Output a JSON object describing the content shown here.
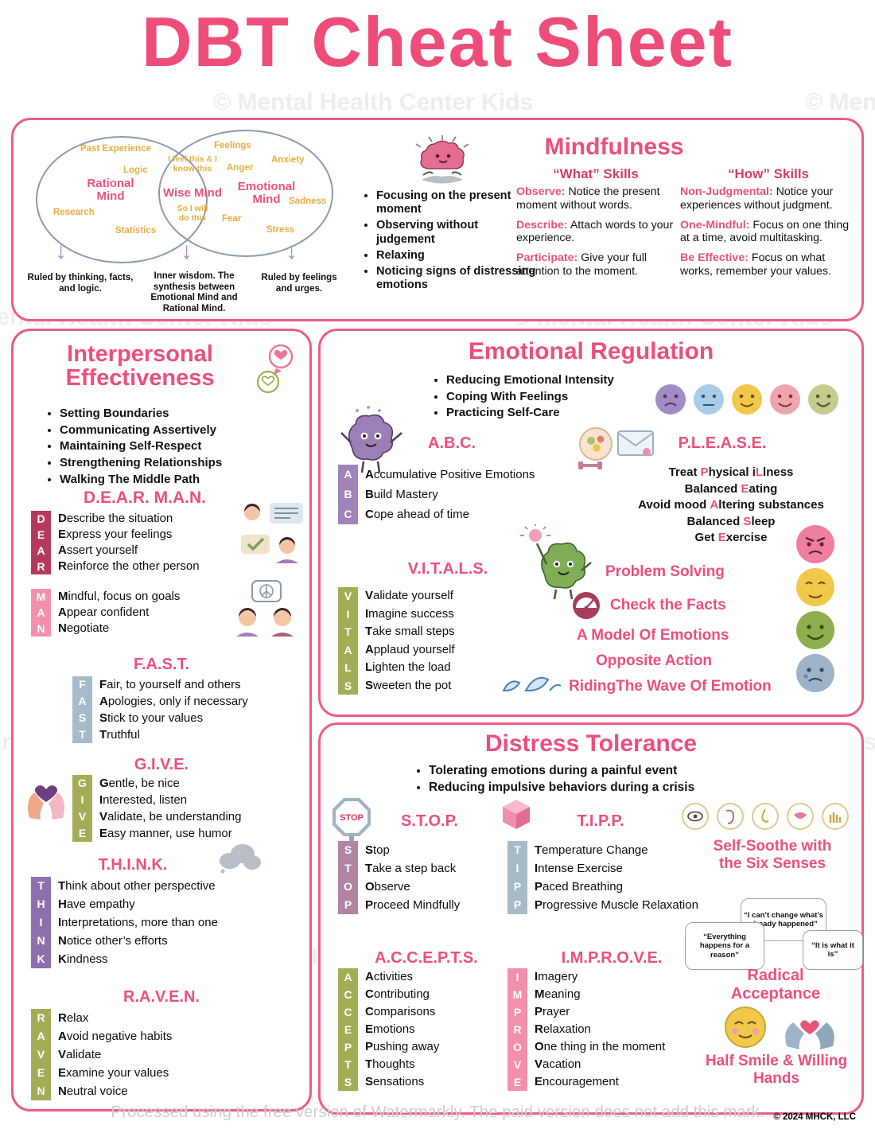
{
  "title": "DBT Cheat Sheet",
  "colors": {
    "accent_pink": "#ed4f7b",
    "border_pink": "#ee5c84",
    "bar_maroon": "#b5395f",
    "bar_pink": "#f490ae",
    "bar_slate": "#a7bac8",
    "bar_olive": "#a4ad56",
    "bar_purple": "#8e6fae",
    "bar_lavender": "#a083b8",
    "bar_mauve": "#b184a4",
    "venn_word_gold": "#e9ad3f"
  },
  "icons": {
    "down_arrow": "↓",
    "heart": "♥"
  },
  "watermark": {
    "brand": "© Mental Health Center Kids",
    "processed": "Processed using the free version of Watermarkly. The paid version does not add this mark."
  },
  "footer": {
    "copyright": "© 2024 MHCK, LLC"
  },
  "wise_mind": {
    "left": {
      "words": [
        "Past Experience",
        "Logic",
        "Research",
        "Statistics"
      ],
      "label": "Rational Mind",
      "caption": "Ruled by thinking, facts, and logic."
    },
    "center": {
      "top": "I feel this & I know this",
      "label": "Wise Mind",
      "bottom": "So I will do this",
      "caption": "Inner wisdom. The synthesis between Emotional Mind and Rational Mind."
    },
    "right": {
      "words": [
        "Feelings",
        "Anger",
        "Anxiety",
        "Sadness",
        "Fear",
        "Stress"
      ],
      "label": "Emotional Mind",
      "caption": "Ruled by feelings and urges."
    }
  },
  "mindfulness": {
    "title": "Mindfulness",
    "bullets": [
      "Focusing on the present moment",
      "Observing without judgement",
      "Relaxing",
      "Noticing signs of distressing emotions"
    ],
    "what_title": "“What” Skills",
    "what_skills": [
      {
        "label": "Observe:",
        "text": "Notice the present moment without words."
      },
      {
        "label": "Describe:",
        "text": "Attach words to your experience."
      },
      {
        "label": "Participate:",
        "text": "Give your full attention to the moment."
      }
    ],
    "how_title": "“How” Skills",
    "how_skills": [
      {
        "label": "Non-Judgmental:",
        "text": "Notice your experiences without judgment."
      },
      {
        "label": "One-Mindful:",
        "text": "Focus on one thing at a time, avoid multitasking."
      },
      {
        "label": "Be Effective:",
        "text": "Focus on what works, remember your values."
      }
    ]
  },
  "interpersonal": {
    "title": "Interpersonal Effectiveness",
    "bullets": [
      "Setting Boundaries",
      "Communicating Assertively",
      "Maintaining Self-Respect",
      "Strengthening Relationships",
      "Walking The Middle Path"
    ],
    "dearman": {
      "title": "D.E.A.R. M.A.N.",
      "dear": [
        "Describe the situation",
        "Express your feelings",
        "Assert yourself",
        "Reinforce the other person"
      ],
      "man": [
        "Mindful, focus on goals",
        "Appear confident",
        "Negotiate"
      ]
    },
    "fast": {
      "title": "F.A.S.T.",
      "items": [
        "Fair, to yourself and others",
        "Apologies, only if necessary",
        "Stick to your values",
        "Truthful"
      ]
    },
    "give": {
      "title": "G.I.V.E.",
      "items": [
        "Gentle, be nice",
        "Interested, listen",
        "Validate, be understanding",
        "Easy manner, use humor"
      ]
    },
    "think": {
      "title": "T.H.I.N.K.",
      "items": [
        "Think about other perspective",
        "Have empathy",
        "Interpretations, more than one",
        "Notice other’s efforts",
        "Kindness"
      ]
    },
    "raven": {
      "title": "R.A.V.E.N.",
      "items": [
        "Relax",
        "Avoid negative habits",
        "Validate",
        "Examine your values",
        "Neutral voice"
      ]
    }
  },
  "emotional_regulation": {
    "title": "Emotional Regulation",
    "bullets": [
      "Reducing Emotional Intensity",
      "Coping With Feelings",
      "Practicing Self-Care"
    ],
    "abc": {
      "title": "A.B.C.",
      "items": [
        "Accumulative Positive Emotions",
        "Build Mastery",
        "Cope ahead of time"
      ]
    },
    "please": {
      "title": "P.L.E.A.S.E.",
      "items": [
        {
          "pre": "Treat ",
          "h1": "P",
          "mid": "hysical i",
          "h2": "L",
          "post": "lness"
        },
        {
          "pre": "Balanced ",
          "h1": "E",
          "mid": "ating",
          "h2": "",
          "post": ""
        },
        {
          "pre": "Avoid mood ",
          "h1": "A",
          "mid": "ltering substances",
          "h2": "",
          "post": ""
        },
        {
          "pre": "Balanced ",
          "h1": "S",
          "mid": "leep",
          "h2": "",
          "post": ""
        },
        {
          "pre": "Get ",
          "h1": "E",
          "mid": "xercise",
          "h2": "",
          "post": ""
        }
      ]
    },
    "vitals": {
      "title": "V.I.T.A.L.S.",
      "items": [
        "Validate yourself",
        "Imagine success",
        "Take small steps",
        "Applaud yourself",
        "Lighten the load",
        "Sweeten the pot"
      ]
    },
    "strategies": [
      "Problem Solving",
      "Check the Facts",
      "A Model Of Emotions",
      "Opposite Action",
      "RidingThe Wave Of Emotion"
    ]
  },
  "distress_tolerance": {
    "title": "Distress Tolerance",
    "bullets": [
      "Tolerating emotions during a painful event",
      "Reducing impulsive behaviors during a crisis"
    ],
    "stop": {
      "title": "S.T.O.P.",
      "sign_label": "STOP",
      "items": [
        "Stop",
        "Take a step back",
        "Observe",
        "Proceed Mindfully"
      ]
    },
    "tipp": {
      "title": "T.I.P.P.",
      "items": [
        "Temperature Change",
        "Intense Exercise",
        "Paced Breathing",
        "Progressive Muscle Relaxation"
      ]
    },
    "accepts": {
      "title": "A.C.C.E.P.T.S.",
      "items": [
        "Activities",
        "Contributing",
        "Comparisons",
        "Emotions",
        "Pushing away",
        "Thoughts",
        "Sensations"
      ]
    },
    "improve": {
      "title": "I.M.P.R.O.V.E.",
      "items": [
        "Imagery",
        "Meaning",
        "Prayer",
        "Relaxation",
        "One thing in the moment",
        "Vacation",
        "Encouragement"
      ]
    },
    "self_soothe": "Self-Soothe with the Six Senses",
    "bubbles": [
      "“Everything happens for a reason”",
      "“I can’t change what’s already happened”",
      "“It is what it is”"
    ],
    "radical": "Radical Acceptance",
    "half_smile": "Half Smile & Willing Hands"
  }
}
